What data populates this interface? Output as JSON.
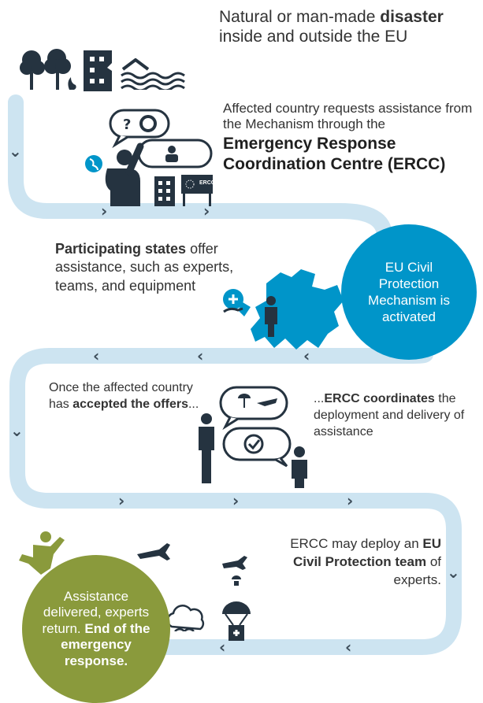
{
  "step1": {
    "pre": "Natural or man-made ",
    "strong": "disaster",
    "post": " inside and outside the EU"
  },
  "step2": {
    "text": "Affected country requests assistance from the Mechanism through the",
    "strong": "Emergency Response Coordination Centre (ERCC)"
  },
  "ercc_sign": "ERCC",
  "circle_blue": "EU Civil Protection Mechanism is activated",
  "step3": {
    "strong": "Participating states",
    "post": " offer assistance, such as experts, teams, and equipment"
  },
  "step4": {
    "pre": "Once the affected country has ",
    "strong": "accepted the offers",
    "post": "..."
  },
  "step5": {
    "pre": "...",
    "strong": "ERCC coordinates",
    "post": " the deployment and delivery of assistance"
  },
  "step6": {
    "pre": "ERCC may deploy an ",
    "strong": "EU Civil Protection team",
    "post": " of experts."
  },
  "circle_green": {
    "text": "Assistance delivered, experts return.",
    "strong": "End of the emergency response."
  },
  "colors": {
    "path": "#cde4f1",
    "blue": "#0095c9",
    "green": "#8a9a3c",
    "icon": "#253340"
  }
}
